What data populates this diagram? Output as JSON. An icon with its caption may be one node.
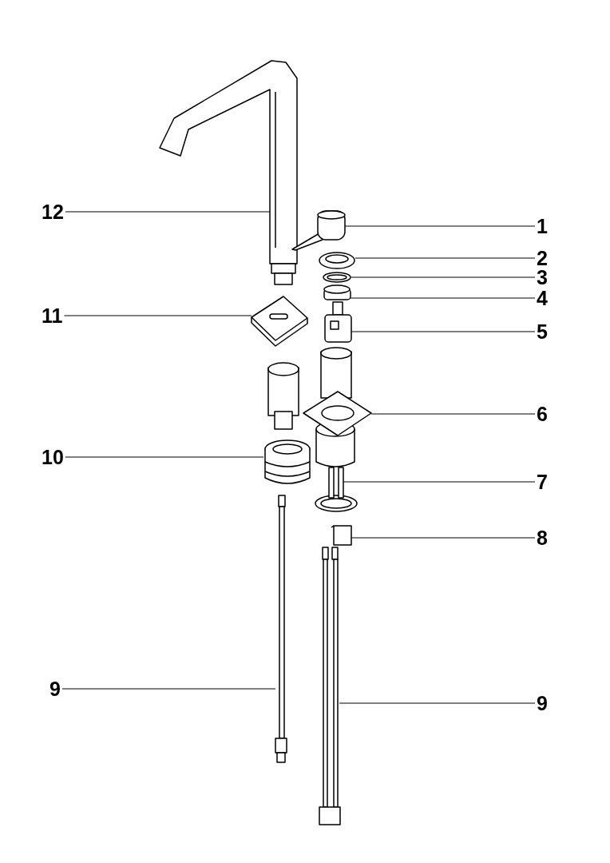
{
  "diagram": {
    "nodes": [
      {
        "text": [
          "12"
        ]
      },
      {
        "text": [
          "1"
        ]
      },
      {
        "text": [
          "2"
        ]
      },
      {
        "text": [
          "3"
        ]
      },
      {
        "text": [
          "4"
        ]
      },
      {
        "text": [
          "11"
        ]
      },
      {
        "text": [
          "5"
        ]
      },
      {
        "text": [
          "6"
        ]
      },
      {
        "text": [
          "10"
        ]
      },
      {
        "text": [
          "7"
        ]
      },
      {
        "text": [
          "8"
        ]
      },
      {
        "text": [
          "9"
        ]
      },
      {
        "text": [
          "9"
        ]
      },
      {
        "text": [],
        "shape": "picture"
      },
      {
        "text": [],
        "shape": "picture"
      },
      {
        "text": [],
        "shape": "picture"
      },
      {
        "text": [],
        "shape": "picture"
      },
      {
        "text": [],
        "shape": "picture"
      },
      {
        "text": [],
        "shape": "picture"
      },
      {
        "text": [],
        "shape": "picture"
      },
      {
        "text": [],
        "shape": "picture"
      },
      {
        "text": [],
        "shape": "picture"
      },
      {
        "text": [],
        "shape": "picture"
      },
      {
        "text": [],
        "shape": "picture"
      },
      {
        "text": [],
        "shape": "picture"
      },
      {
        "text": [],
        "shape": "picture"
      }
    ],
    "edges": [
      {
        "from": 0,
        "to": 13,
        "arrow": "none"
      },
      {
        "from": 1,
        "to": 14,
        "arrow": "none"
      },
      {
        "from": 2,
        "to": 15,
        "arrow": "none"
      },
      {
        "from": 3,
        "to": 16,
        "arrow": "none"
      },
      {
        "from": 4,
        "to": 17,
        "arrow": "none"
      },
      {
        "from": 5,
        "to": 18,
        "arrow": "none"
      },
      {
        "from": 6,
        "to": 19,
        "arrow": "none"
      },
      {
        "from": 7,
        "to": 20,
        "arrow": "none"
      },
      {
        "from": 8,
        "to": 21,
        "arrow": "none"
      },
      {
        "from": 9,
        "to": 22,
        "arrow": "none"
      },
      {
        "from": 10,
        "to": 23,
        "arrow": "none"
      },
      {
        "from": 11,
        "to": 24,
        "arrow": "none"
      },
      {
        "from": 12,
        "to": 25,
        "arrow": "none"
      }
    ]
  }
}
